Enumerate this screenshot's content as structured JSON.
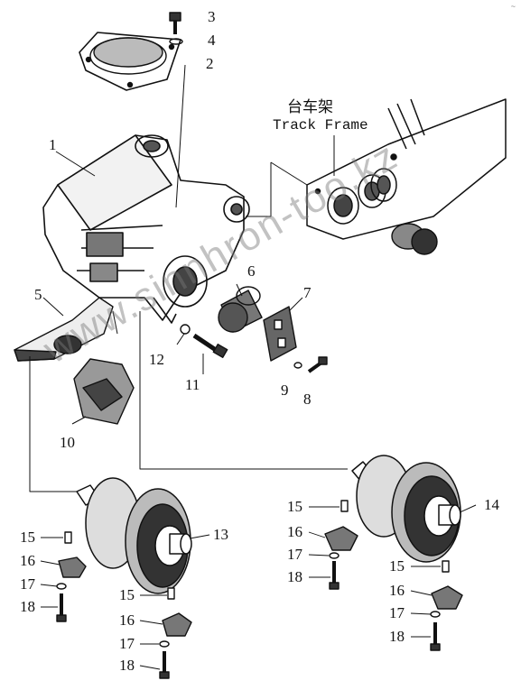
{
  "corner_mark": "~",
  "frame_label_cn": "台车架",
  "frame_label_en": "Track Frame",
  "watermark": "www.sinnhron-too.kz",
  "callouts": {
    "c1": "1",
    "c2": "2",
    "c3": "3",
    "c4": "4",
    "c5": "5",
    "c6": "6",
    "c7": "7",
    "c8": "8",
    "c9": "9",
    "c10": "10",
    "c11": "11",
    "c12": "12",
    "c13": "13",
    "c14": "14",
    "left_15": "15",
    "left_16": "16",
    "left_17": "17",
    "left_18": "18",
    "mid_15": "15",
    "mid_16": "16",
    "mid_17": "17",
    "mid_18": "18",
    "right_a15": "15",
    "right_a16": "16",
    "right_a17": "17",
    "right_a18": "18",
    "right_b15": "15",
    "right_b16": "16",
    "right_b17": "17",
    "right_b18": "18"
  },
  "colors": {
    "ink": "#111111",
    "watermark": "#8a8a8a"
  }
}
